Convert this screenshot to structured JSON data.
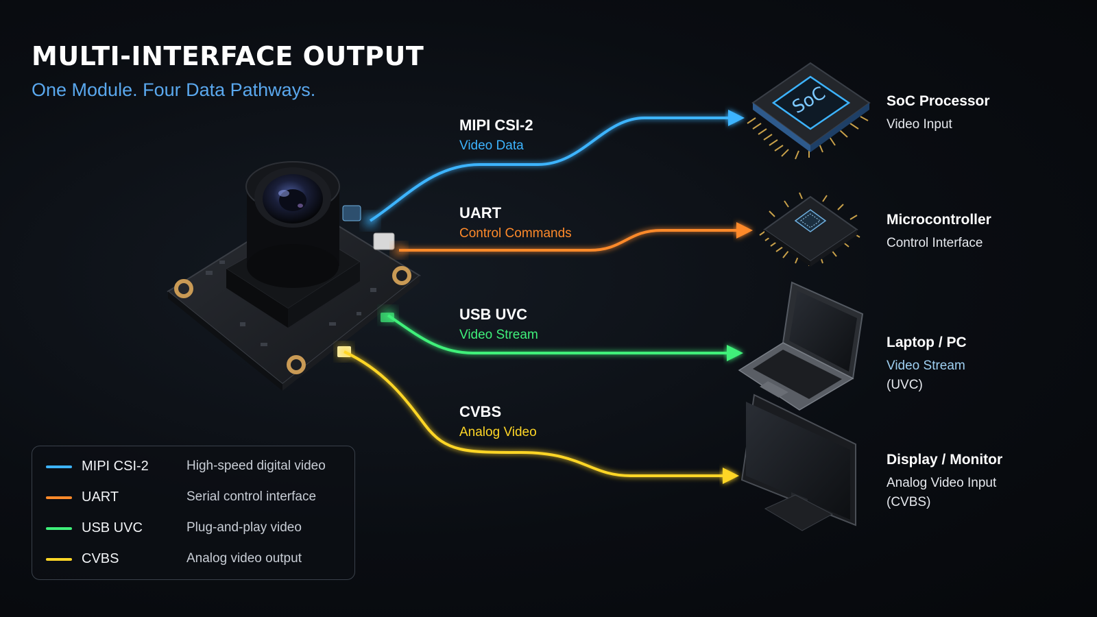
{
  "header": {
    "title": "MULTI-INTERFACE OUTPUT",
    "subtitle": "One Module. Four Data Pathways."
  },
  "pathways": [
    {
      "name": "MIPI CSI-2",
      "sub": "Video Data",
      "color": "#3db4ff"
    },
    {
      "name": "UART",
      "sub": "Control Commands",
      "color": "#ff8a2a"
    },
    {
      "name": "USB UVC",
      "sub": "Video Stream",
      "color": "#3ff07a"
    },
    {
      "name": "CVBS",
      "sub": "Analog Video",
      "color": "#ffd626"
    }
  ],
  "devices": [
    {
      "name": "SoC Processor",
      "lines": [
        "Video Input"
      ],
      "chip_text": "SoC"
    },
    {
      "name": "Microcontroller",
      "lines": [
        "Control Interface"
      ]
    },
    {
      "name": "Laptop / PC",
      "lines": [
        "Video Stream",
        "(UVC)"
      ]
    },
    {
      "name": "Display / Monitor",
      "lines": [
        "Analog Video Input",
        "(CVBS)"
      ]
    }
  ],
  "legend": [
    {
      "name": "MIPI CSI-2",
      "desc": "High-speed digital video",
      "color": "#3db4ff"
    },
    {
      "name": "UART",
      "desc": "Serial control interface",
      "color": "#ff8a2a"
    },
    {
      "name": "USB UVC",
      "desc": "Plug-and-play video",
      "color": "#3ff07a"
    },
    {
      "name": "CVBS",
      "desc": "Analog video output",
      "color": "#ffd626"
    }
  ]
}
